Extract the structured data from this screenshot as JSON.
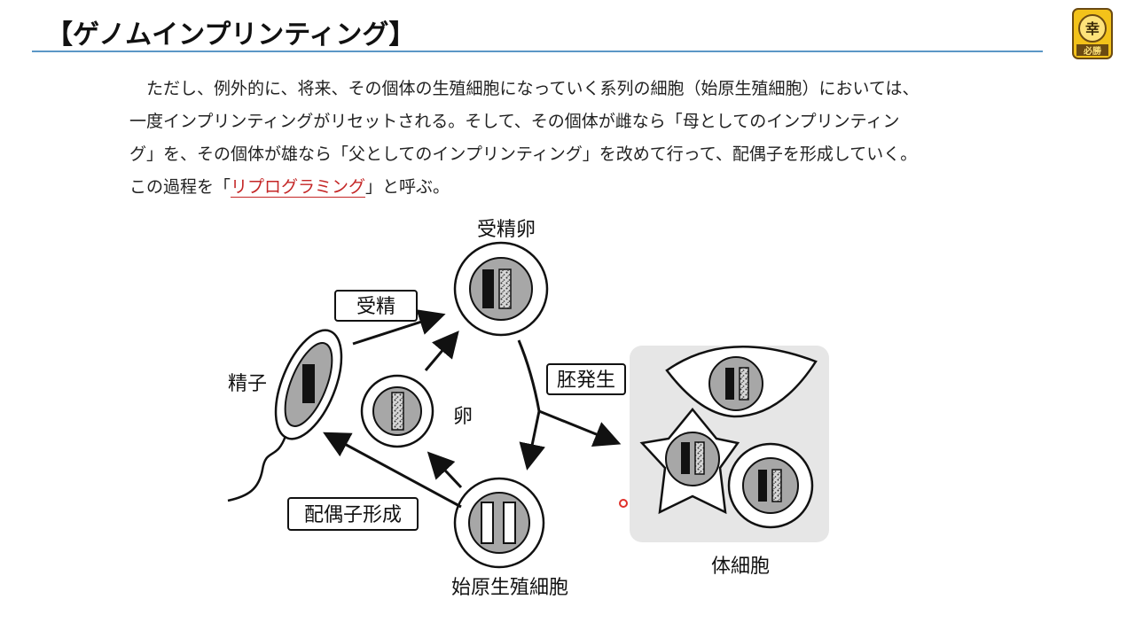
{
  "title": "【ゲノムインプリンティング】",
  "logo": {
    "top_char": "幸",
    "bottom_text": "必勝"
  },
  "paragraph": {
    "line1": "ただし、例外的に、将来、その個体の生殖細胞になっていく系列の細胞（始原生殖細胞）においては、",
    "line2": "一度インプリンティングがリセットされる。そして、その個体が雌なら「母としてのインプリンティン",
    "line3": "グ」を、その個体が雄なら「父としてのインプリンティング」を改めて行って、配偶子を形成していく。",
    "line4_pre": "この過程を「",
    "line4_term": "リプログラミング",
    "line4_post": "」と呼ぶ。"
  },
  "diagram": {
    "zygote_label": "受精卵",
    "sperm_label": "精子",
    "egg_label": "卵",
    "pgc_label": "始原生殖細胞",
    "somatic_label": "体細胞",
    "fertilization_box": "受精",
    "development_box": "胚発生",
    "gamete_formation_box": "配偶子形成"
  },
  "colors": {
    "accent_rule": "#5b97c6",
    "term_red": "#c42626",
    "somatic_bg": "#e6e6e6",
    "cell_gray": "#a7a7a7"
  }
}
